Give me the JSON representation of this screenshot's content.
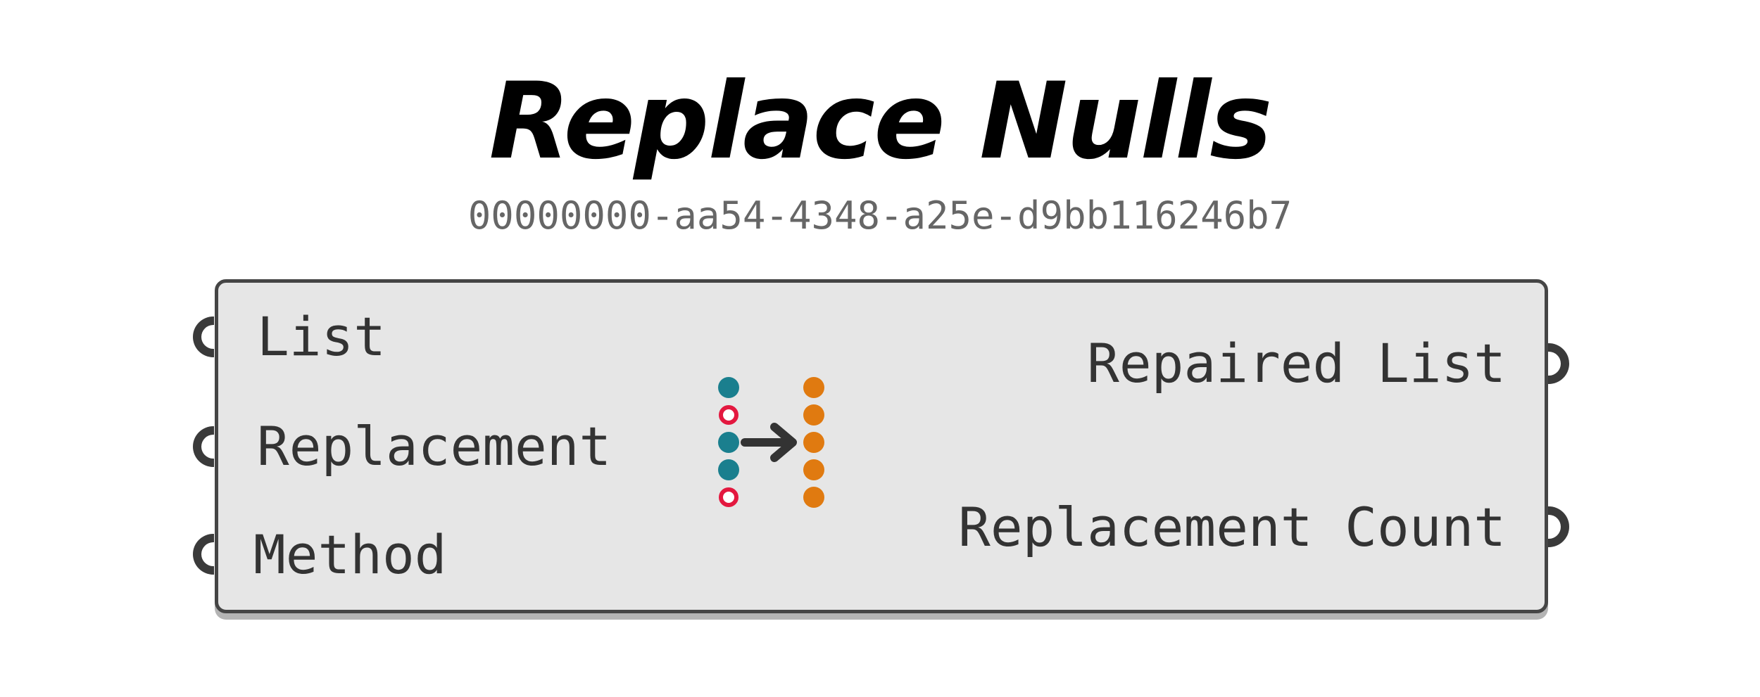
{
  "component": {
    "title": "Replace Nulls",
    "guid": "00000000-aa54-4348-a25e-d9bb116246b7",
    "inputs": [
      {
        "label": "List"
      },
      {
        "label": "Replacement"
      },
      {
        "label": "Method"
      }
    ],
    "outputs": [
      {
        "label": "Repaired List"
      },
      {
        "label": "Replacement Count"
      }
    ],
    "icon": "replace-nulls-icon"
  },
  "colors": {
    "item_teal": "#1a7f8e",
    "null_red": "#e3183f",
    "result_orange": "#e07a10",
    "arrow": "#333333",
    "component_fill": "#e6e6e6",
    "component_border": "#454545"
  }
}
